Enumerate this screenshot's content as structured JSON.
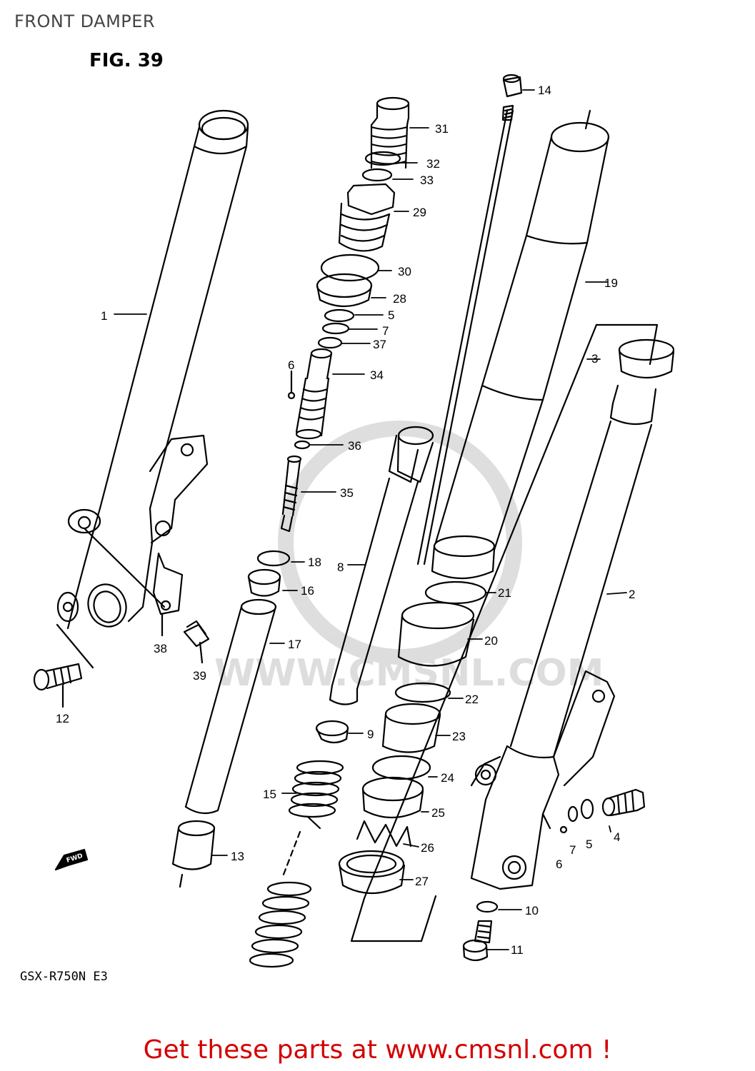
{
  "header": {
    "title": "FRONT DAMPER"
  },
  "figure": {
    "label": "FIG. 39",
    "model": "GSX-R750N E3"
  },
  "watermark": {
    "site": "WWW.CMSNL.COM"
  },
  "fwd_label": "FWD",
  "footer": {
    "cta": "Get these parts at www.cmsnl.com !"
  },
  "parts": [
    {
      "ref": "1"
    },
    {
      "ref": "2"
    },
    {
      "ref": "3"
    },
    {
      "ref": "4"
    },
    {
      "ref": "5"
    },
    {
      "ref": "5"
    },
    {
      "ref": "6"
    },
    {
      "ref": "6"
    },
    {
      "ref": "7"
    },
    {
      "ref": "7"
    },
    {
      "ref": "8"
    },
    {
      "ref": "9"
    },
    {
      "ref": "10"
    },
    {
      "ref": "11"
    },
    {
      "ref": "12"
    },
    {
      "ref": "13"
    },
    {
      "ref": "14"
    },
    {
      "ref": "15"
    },
    {
      "ref": "16"
    },
    {
      "ref": "17"
    },
    {
      "ref": "18"
    },
    {
      "ref": "19"
    },
    {
      "ref": "20"
    },
    {
      "ref": "21"
    },
    {
      "ref": "22"
    },
    {
      "ref": "23"
    },
    {
      "ref": "24"
    },
    {
      "ref": "25"
    },
    {
      "ref": "26"
    },
    {
      "ref": "27"
    },
    {
      "ref": "28"
    },
    {
      "ref": "29"
    },
    {
      "ref": "30"
    },
    {
      "ref": "31"
    },
    {
      "ref": "32"
    },
    {
      "ref": "33"
    },
    {
      "ref": "34"
    },
    {
      "ref": "35"
    },
    {
      "ref": "36"
    },
    {
      "ref": "37"
    },
    {
      "ref": "38"
    },
    {
      "ref": "39"
    }
  ]
}
